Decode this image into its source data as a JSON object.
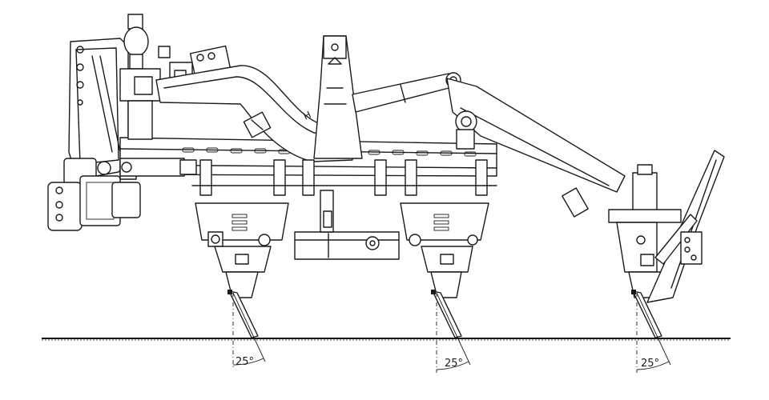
{
  "angles": [
    {
      "value": 25,
      "label": "25°"
    },
    {
      "value": 25,
      "label": "25°"
    },
    {
      "value": 25,
      "label": "25°"
    }
  ],
  "colors": {
    "stroke": "#1a1a1a",
    "background": "#ffffff"
  }
}
